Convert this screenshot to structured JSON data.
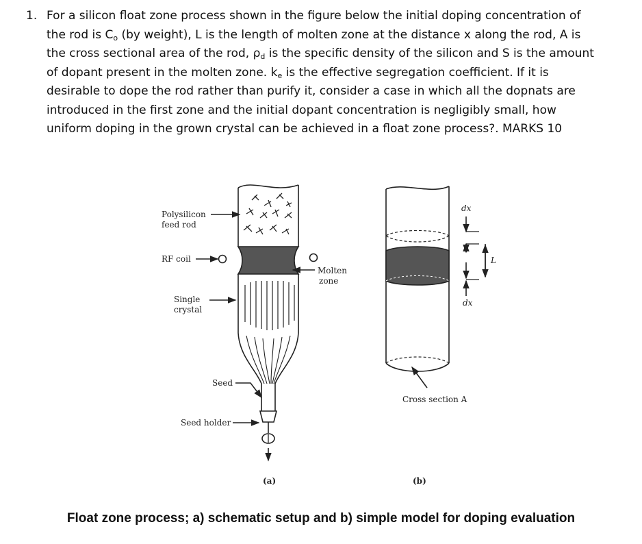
{
  "question": {
    "number": "1.",
    "lines": [
      [
        "For a silicon float zone process shown in the figure below the initial doping concentration of"
      ],
      [
        "the rod is C",
        "o",
        " (by weight), L is the length of molten zone at the distance x along the rod, A is"
      ],
      [
        "the cross sectional area of the rod, ρ",
        "d",
        " is the specific density of the silicon and S is the amount"
      ],
      [
        "of dopant present in the molten zone. k",
        "e",
        " is the effective segregation coefficient.  If it is"
      ],
      [
        "desirable to dope the rod rather than purify it, consider a case in which all the dopnats are"
      ],
      [
        "introduced in the first zone and the initial dopant concentration is negligibly small,  how"
      ],
      [
        "uniform doping in the grown crystal can be achieved in a float zone process?. MARKS 10"
      ]
    ]
  },
  "figure_a": {
    "polysilicon_label_1": "Polysilicon",
    "polysilicon_label_2": "feed rod",
    "rf_coil_label": "RF coil",
    "molten_label_1": "Molten",
    "molten_label_2": "zone",
    "single_crystal_label_1": "Single",
    "single_crystal_label_2": "crystal",
    "seed_label": "Seed",
    "seed_holder_label": "Seed holder",
    "panel_label": "(a)"
  },
  "figure_b": {
    "dx_top": "dx",
    "dx_bottom": "dx",
    "length_label": "L",
    "cross_section_label": "Cross section A",
    "panel_label": "(b)"
  },
  "caption": "Float zone process; a) schematic setup and b) simple model for doping evaluation"
}
